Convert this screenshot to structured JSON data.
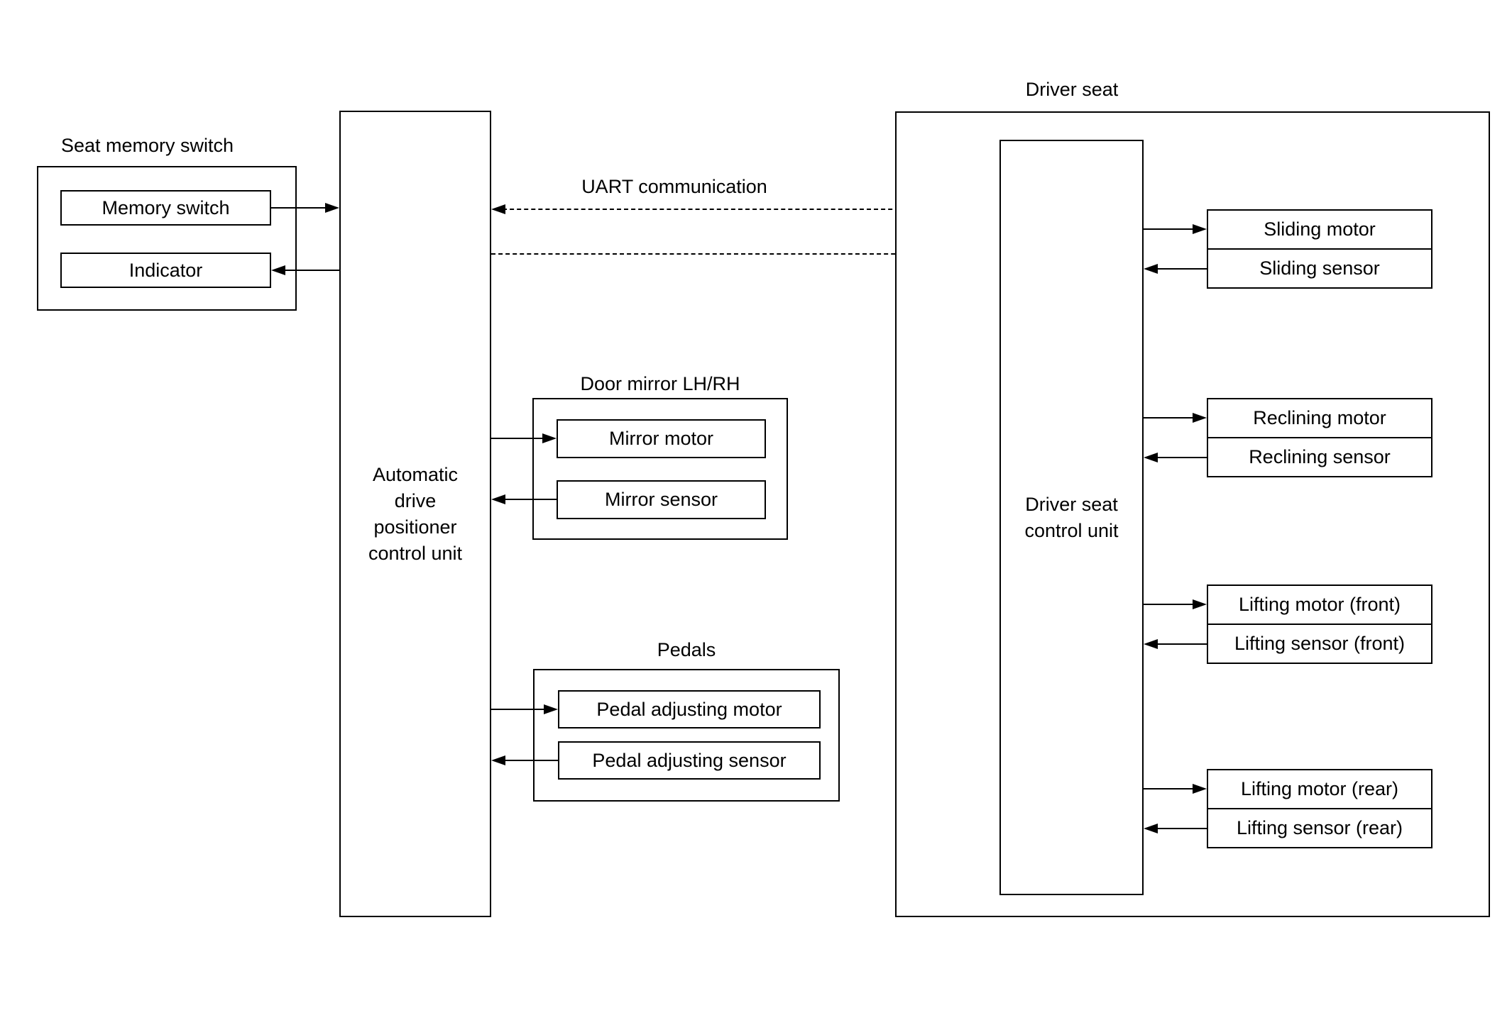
{
  "colors": {
    "line": "#000000",
    "background": "#ffffff",
    "text": "#000000"
  },
  "seat_memory_switch": {
    "title": "Seat memory switch",
    "memory_switch": "Memory switch",
    "indicator": "Indicator"
  },
  "apc_unit": {
    "lines": [
      "Automatic",
      "drive",
      "positioner",
      "control unit"
    ]
  },
  "uart": {
    "label": "UART communication"
  },
  "door_mirror": {
    "title": "Door mirror LH/RH",
    "motor": "Mirror motor",
    "sensor": "Mirror sensor"
  },
  "pedals": {
    "title": "Pedals",
    "motor": "Pedal adjusting motor",
    "sensor": "Pedal adjusting sensor"
  },
  "driver_seat": {
    "title": "Driver seat",
    "control_unit_lines": [
      "Driver seat",
      "control unit"
    ],
    "pairs": [
      {
        "motor": "Sliding motor",
        "sensor": "Sliding sensor"
      },
      {
        "motor": "Reclining motor",
        "sensor": "Reclining sensor"
      },
      {
        "motor": "Lifting motor (front)",
        "sensor": "Lifting sensor (front)"
      },
      {
        "motor": "Lifting motor (rear)",
        "sensor": "Lifting sensor (rear)"
      }
    ]
  }
}
